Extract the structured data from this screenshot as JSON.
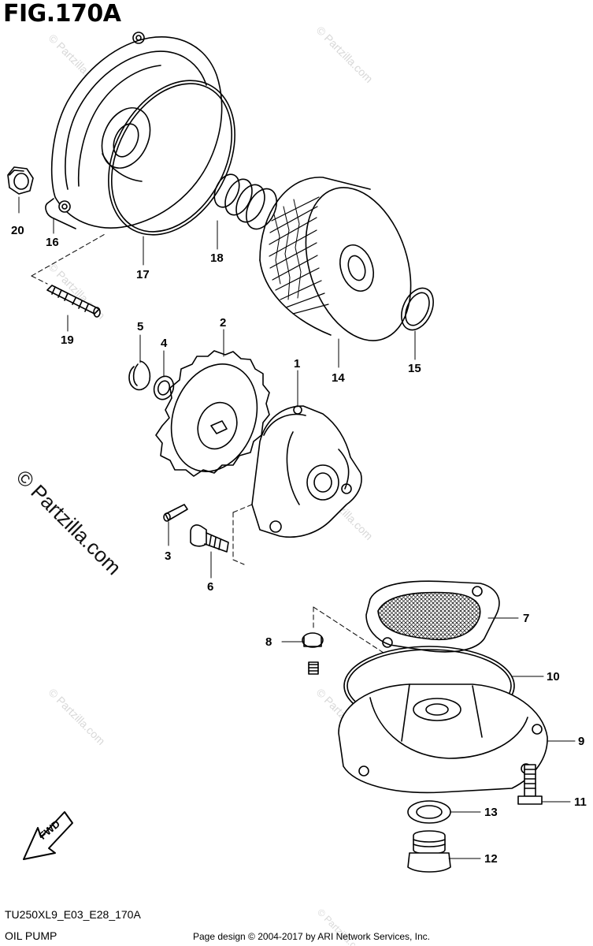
{
  "figure": {
    "title": "FIG.170A"
  },
  "callouts": {
    "c1": "1",
    "c2": "2",
    "c3": "3",
    "c4": "4",
    "c5": "5",
    "c6": "6",
    "c7": "7",
    "c8": "8",
    "c9": "9",
    "c10": "10",
    "c11": "11",
    "c12": "12",
    "c13": "13",
    "c14": "14",
    "c15": "15",
    "c16": "16",
    "c17": "17",
    "c18": "18",
    "c19": "19",
    "c20": "20"
  },
  "fwd_arrow": {
    "label": "FWD"
  },
  "watermark": {
    "main": "© Partzilla.com",
    "faint": "© Partzilla.com"
  },
  "footer": {
    "code": "TU250XL9_E03_E28_170A",
    "subtitle": "OIL PUMP",
    "credit": "Page design © 2004-2017 by ARI Network Services, Inc."
  },
  "colors": {
    "line": "#000000",
    "watermark": "#d8d8d8"
  }
}
